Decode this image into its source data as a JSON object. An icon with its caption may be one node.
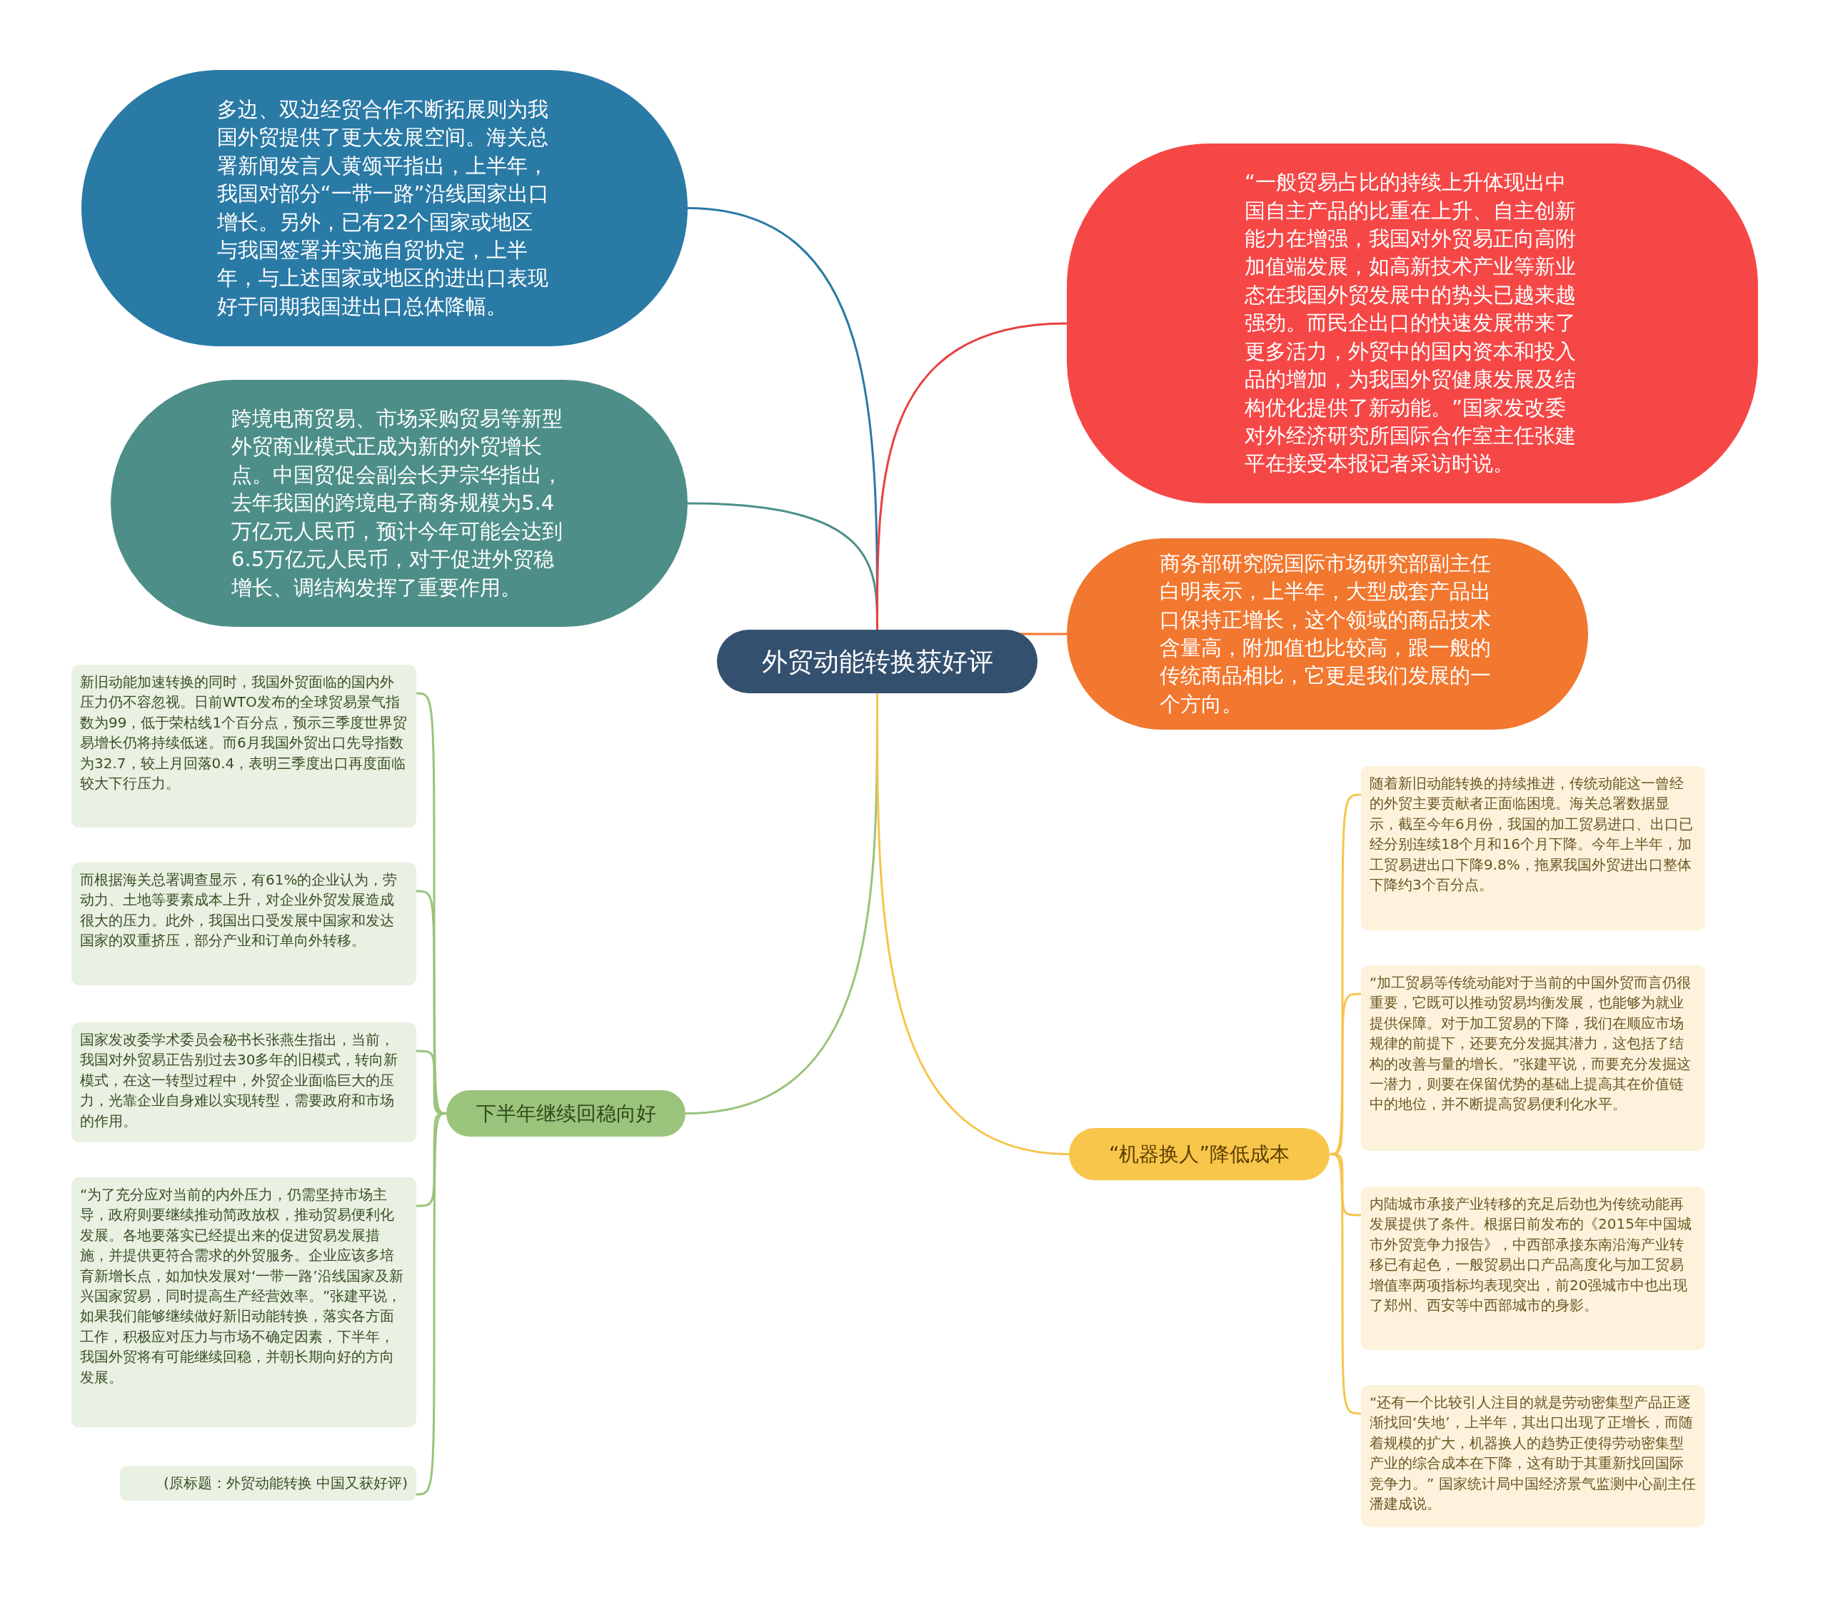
{
  "diagram": {
    "nodes": [
      {
        "text": [
          "外贸动能转换获好评"
        ]
      },
      {
        "text": [
          "多边、双边经贸合作不断拓展则为我国外贸提供了更大发展空间。海关总署新闻发言人黄颂平指出，上半年，我国对部分“一带一路”沿线国家出口增长。另外，已有22个国家或地区与我国签署并实施自贸协定，上半年，与上述国家或地区的进出口表现好于同期我国进出口总体降幅。"
        ]
      },
      {
        "text": [
          "跨境电商贸易、市场采购贸易等新型外贸商业模式正成为新的外贸增长点。中国贸促会副会长尹宗华指出，去年我国的跨境电子商务规模为5.4万亿元人民币，预计今年可能会达到6.5万亿元人民币，对于促进外贸稳增长、调结构发挥了重要作用。"
        ]
      },
      {
        "text": [
          "“一般贸易占比的持续上升体现出中国自主产品的比重在上升、自主创新能力在增强，我国对外贸易正向高附加值端发展，如高新技术产业等新业态在我国外贸发展中的势头已越来越强劲。而民企出口的快速发展带来了更多活力，外贸中的国内资本和投入品的增加，为我国外贸健康发展及结构优化提供了新动能。”国家发改委对外经济研究所国际合作室主任张建平在接受本报记者采访时说。"
        ]
      },
      {
        "text": [
          "商务部研究院国际市场研究部副主任白明表示，上半年，大型成套产品出口保持正增长，这个领域的商品技术含量高，附加值也比较高，跟一般的传统商品相比，它更是我们发展的一个方向。"
        ]
      },
      {
        "text": [
          "下半年继续回稳向好"
        ]
      },
      {
        "text": [
          "新旧动能加速转换的同时，我国外贸面临的国内外压力仍不容忽视。日前WTO发布的全球贸易景气指数为99，低于荣枯线1个百分点，预示三季度世界贸易增长仍将持续低迷。而6月我国外贸出口先导指数为32.7，较上月回落0.4，表明三季度出口再度面临较大下行压力。"
        ]
      },
      {
        "text": [
          "而根据海关总署调查显示，有61%的企业认为，劳动力、土地等要素成本上升，对企业外贸发展造成很大的压力。此外，我国出口受发展中国家和发达国家的双重挤压，部分产业和订单向外转移。"
        ]
      },
      {
        "text": [
          "国家发改委学术委员会秘书长张燕生指出，当前，我国对外贸易正告别过去30多年的旧模式，转向新模式，在这一转型过程中，外贸企业面临巨大的压力，光靠企业自身难以实现转型，需要政府和市场的作用。"
        ]
      },
      {
        "text": [
          "“为了充分应对当前的内外压力，仍需坚持市场主导，政府则要继续推动简政放权，推动贸易便利化发展。各地要落实已经提出来的促进贸易发展措施，并提供更符合需求的外贸服务。企业应该多培育新增长点，如加快发展对‘一带一路’沿线国家及新兴国家贸易，同时提高生产经营效率。”张建平说，如果我们能够继续做好新旧动能转换，落实各方面工作，积极应对压力与市场不确定因素，下半年，我国外贸将有可能继续回稳，并朝长期向好的方向发展。"
        ]
      },
      {
        "text": [
          "(原标题：外贸动能转换 中国又获好评)"
        ]
      },
      {
        "text": [
          "“机器换人”降低成本"
        ]
      },
      {
        "text": [
          "随着新旧动能转换的持续推进，传统动能这一曾经的外贸主要贡献者正面临困境。海关总署数据显示，截至今年6月份，我国的加工贸易进口、出口已经分别连续18个月和16个月下降。今年上半年，加工贸易进出口下降9.8%，拖累我国外贸进出口整体下降约3个百分点。"
        ]
      },
      {
        "text": [
          "“加工贸易等传统动能对于当前的中国外贸而言仍很重要，它既可以推动贸易均衡发展，也能够为就业提供保障。对于加工贸易的下降，我们在顺应市场规律的前提下，还要充分发掘其潜力，这包括了结构的改善与量的增长。”张建平说，而要充分发掘这一潜力，则要在保留优势的基础上提高其在价值链中的地位，并不断提高贸易便利化水平。"
        ]
      },
      {
        "text": [
          "内陆城市承接产业转移的充足后劲也为传统动能再发展提供了条件。根据日前发布的《2015年中国城市外贸竞争力报告》，中西部承接东南沿海产业转移已有起色，一般贸易出口产品高度化与加工贸易增值率两项指标均表现突出，前20强城市中也出现了郑州、西安等中西部城市的身影。"
        ]
      },
      {
        "text": [
          "“还有一个比较引人注目的就是劳动密集型产品正逐渐找回‘失地’，上半年，其出口出现了正增长，而随着规模的扩大，机器换人的趋势正使得劳动密集型产业的综合成本在下降，这有助于其重新找回国际竞争力。” 国家统计局中国经济景气监测中心副主任潘建成说。"
        ]
      }
    ],
    "edges": [
      {
        "from": 0,
        "to": 1,
        "arrow": "none",
        "color": "#2a7aa6"
      },
      {
        "from": 0,
        "to": 2,
        "arrow": "none",
        "color": "#4d8f88"
      },
      {
        "from": 0,
        "to": 3,
        "arrow": "none",
        "color": "#e84040"
      },
      {
        "from": 0,
        "to": 4,
        "arrow": "none",
        "color": "#f2772f"
      },
      {
        "from": 0,
        "to": 5,
        "arrow": "none",
        "color": "#9ac37b"
      },
      {
        "from": 0,
        "to": 11,
        "arrow": "none",
        "color": "#f5c54c"
      },
      {
        "from": 5,
        "to": 6,
        "arrow": "none",
        "color": "#9ac37b"
      },
      {
        "from": 5,
        "to": 7,
        "arrow": "none",
        "color": "#9ac37b"
      },
      {
        "from": 5,
        "to": 8,
        "arrow": "none",
        "color": "#9ac37b"
      },
      {
        "from": 5,
        "to": 9,
        "arrow": "none",
        "color": "#9ac37b"
      },
      {
        "from": 5,
        "to": 10,
        "arrow": "none",
        "color": "#9ac37b"
      },
      {
        "from": 11,
        "to": 12,
        "arrow": "none",
        "color": "#f5c54c"
      },
      {
        "from": 11,
        "to": 13,
        "arrow": "none",
        "color": "#f5c54c"
      },
      {
        "from": 11,
        "to": 14,
        "arrow": "none",
        "color": "#f5c54c"
      },
      {
        "from": 11,
        "to": 15,
        "arrow": "none",
        "color": "#f5c54c"
      }
    ]
  }
}
